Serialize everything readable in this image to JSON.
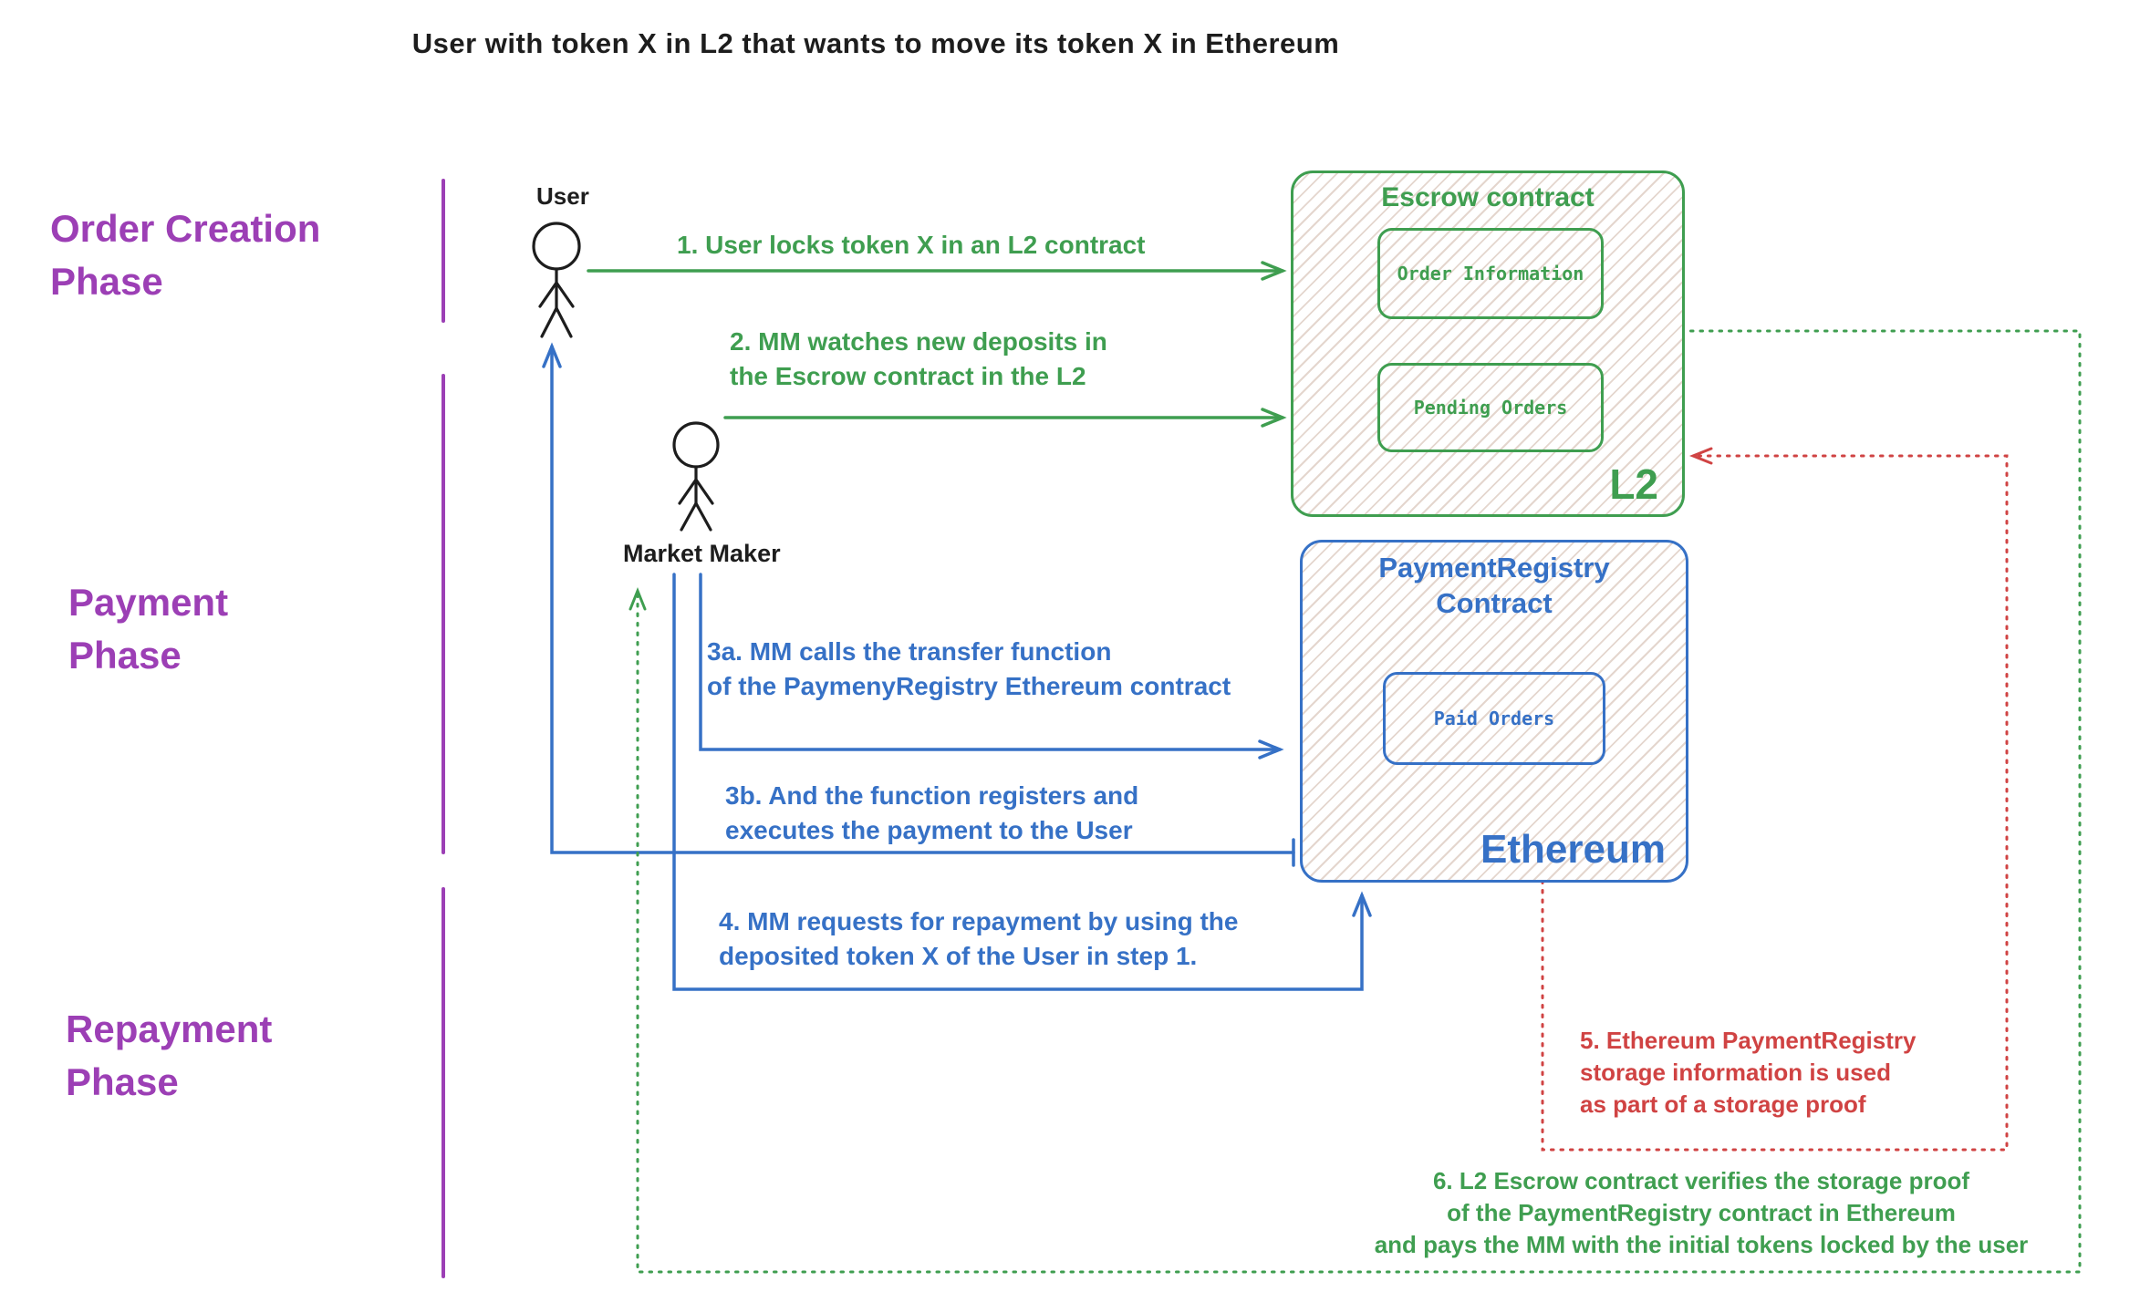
{
  "title": "User with token X in L2 that wants to move its token X in Ethereum",
  "phases": [
    {
      "line1": "Order Creation",
      "line2": "Phase"
    },
    {
      "line1": "Payment",
      "line2": "Phase"
    },
    {
      "line1": "Repayment",
      "line2": "Phase"
    }
  ],
  "actors": {
    "user": "User",
    "market_maker": "Market Maker"
  },
  "escrow": {
    "title": "Escrow contract",
    "items": [
      "Order Information",
      "Pending Orders"
    ],
    "network": "L2"
  },
  "payment_registry": {
    "title_line1": "PaymentRegistry",
    "title_line2": "Contract",
    "items": [
      "Paid Orders"
    ],
    "network": "Ethereum"
  },
  "steps": {
    "s1": "1. User locks token X in an L2 contract",
    "s2_l1": "2. MM watches new deposits in",
    "s2_l2": "the Escrow contract in the L2",
    "s3a_l1": "3a. MM calls the transfer function",
    "s3a_l2": "of the PaymenyRegistry Ethereum contract",
    "s3b_l1": "3b. And the function registers and",
    "s3b_l2": "executes the payment to the User",
    "s4_l1": "4. MM requests for repayment by using the",
    "s4_l2": "deposited token X of the User in step 1.",
    "s5_l1": "5. Ethereum PaymentRegistry",
    "s5_l2": "storage information is used",
    "s5_l3": "as part of a storage proof",
    "s6_l1": "6. L2 Escrow contract verifies the storage proof",
    "s6_l2": "of the PaymentRegistry contract in Ethereum",
    "s6_l3": "and pays the MM with the initial tokens locked by the user"
  },
  "colors": {
    "green": "#3f9e50",
    "blue": "#3671c6",
    "red": "#d04343",
    "purple": "#9c3fb5",
    "ink": "#1d1d1d"
  }
}
